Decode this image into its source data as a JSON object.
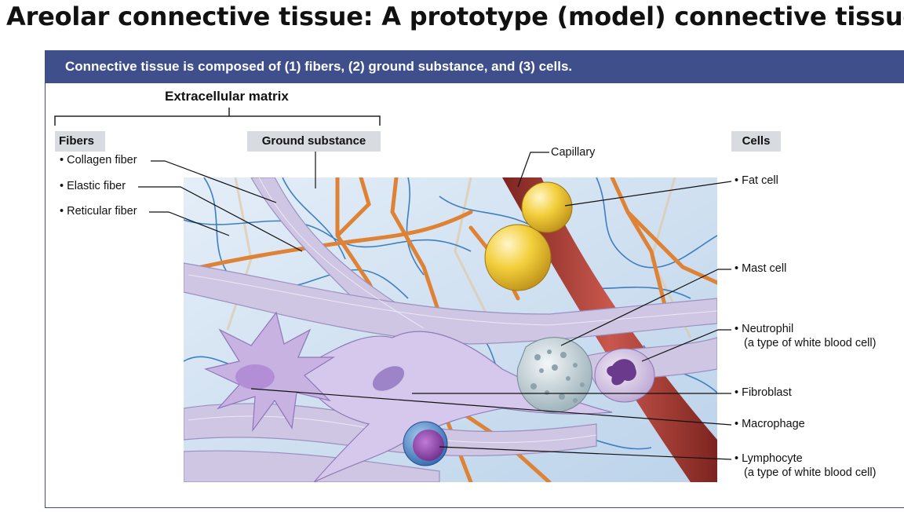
{
  "title": "Areolar connective tissue: A prototype (model) connective tissue.",
  "banner": "Connective tissue is composed of (1) fibers, (2) ground substance, and (3) cells.",
  "extracellular_matrix": "Extracellular matrix",
  "headers": {
    "fibers": "Fibers",
    "ground_substance": "Ground substance",
    "cells": "Cells"
  },
  "fiber_labels": {
    "collagen": "• Collagen fiber",
    "elastic": "• Elastic fiber",
    "reticular": "• Reticular fiber"
  },
  "capillary": "Capillary",
  "cell_labels": {
    "fat_cell": "• Fat cell",
    "mast_cell": "• Mast cell",
    "neutrophil": "• Neutrophil",
    "neutrophil_note": "(a type of white blood cell)",
    "fibroblast": "• Fibroblast",
    "macrophage": "• Macrophage",
    "lymphocyte": "• Lymphocyte",
    "lymphocyte_note": "(a type of white blood cell)"
  },
  "colors": {
    "banner": "#3f4f8c",
    "header_tag": "#d8dbe0",
    "tissue_background": "#c9dcef",
    "reticular_fiber": "#3d7fc0",
    "elastic_fiber": "#de8236",
    "collagen_fiber": "#cfc6e4",
    "capillary": "#a83a32",
    "fat_cell": "#f2cb39",
    "cell_body": "#c7b2e2"
  }
}
